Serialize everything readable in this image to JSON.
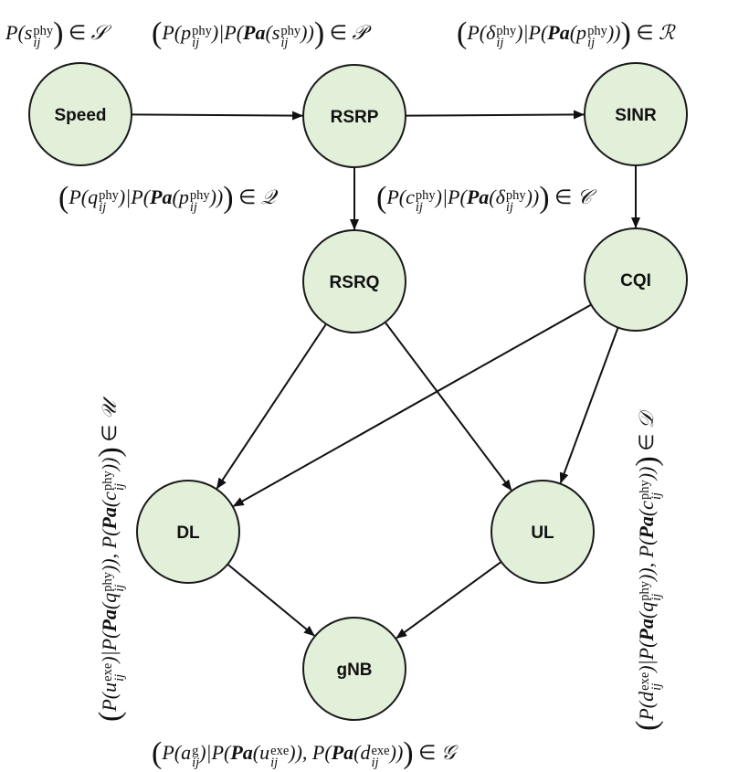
{
  "nodes": [
    {
      "id": "speed",
      "label": "Speed"
    },
    {
      "id": "rsrp",
      "label": "RSRP"
    },
    {
      "id": "sinr",
      "label": "SINR"
    },
    {
      "id": "rsrq",
      "label": "RSRQ"
    },
    {
      "id": "cqi",
      "label": "CQI"
    },
    {
      "id": "dl",
      "label": "DL"
    },
    {
      "id": "ul",
      "label": "UL"
    },
    {
      "id": "gnb",
      "label": "gNB"
    }
  ],
  "edges": [
    {
      "from": "speed",
      "to": "rsrp"
    },
    {
      "from": "rsrp",
      "to": "sinr"
    },
    {
      "from": "rsrp",
      "to": "rsrq"
    },
    {
      "from": "sinr",
      "to": "cqi"
    },
    {
      "from": "rsrq",
      "to": "dl"
    },
    {
      "from": "rsrq",
      "to": "ul"
    },
    {
      "from": "cqi",
      "to": "dl"
    },
    {
      "from": "cqi",
      "to": "ul"
    },
    {
      "from": "dl",
      "to": "gnb"
    },
    {
      "from": "ul",
      "to": "gnb"
    }
  ],
  "formulas": {
    "speed_set": "P(s_ij^phy) ∈ 𝒮",
    "rsrp_cond": "(P(p_ij^phy)|P(Pa(s_ij^phy))) ∈ 𝒫",
    "sinr_cond": "(P(δ_ij^phy)|P(Pa(p_ij^phy))) ∈ ℛ",
    "rsrq_cond": "(P(q_ij^phy)|P(Pa(p_ij^phy))) ∈ 𝒬",
    "cqi_cond": "(P(c_ij^phy)|P(Pa(δ_ij^phy))) ∈ 𝒞",
    "ul_cond": "(P(u_ij^exe)|P(Pa(q_ij^phy)), P(Pa(c_ij^phy))) ∈ 𝒰",
    "dl_cond": "(P(d_ij^exe)|P(Pa(q_ij^phy)), P(Pa(c_ij^phy))) ∈ 𝒟",
    "gnb_cond": "(P(a_ij^g)|P(Pa(u_ij^exe)), P(Pa(d_ij^exe))) ∈ 𝒢"
  }
}
